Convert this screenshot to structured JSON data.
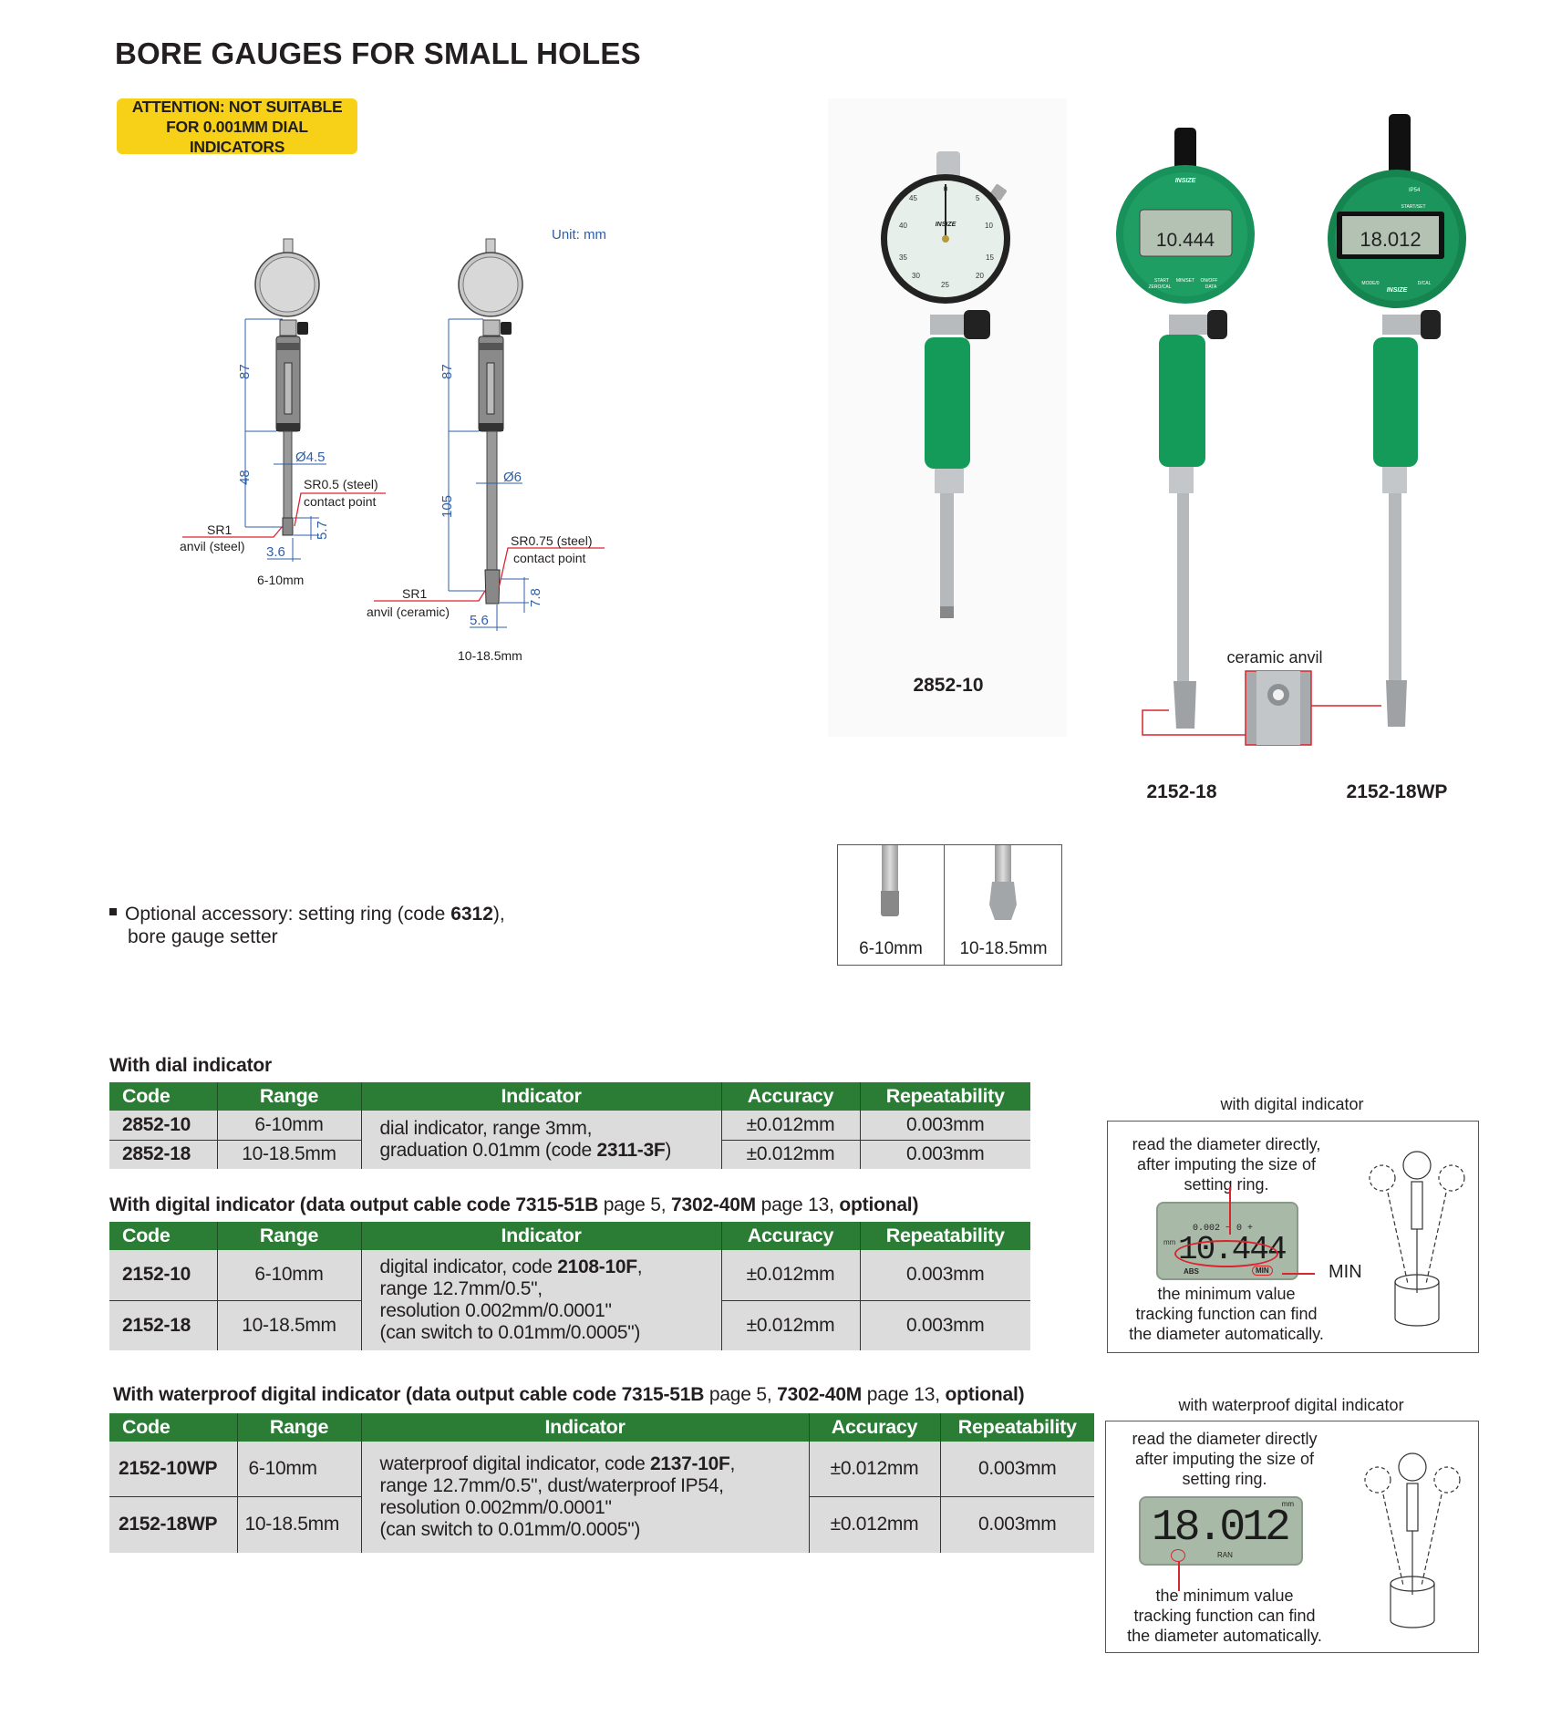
{
  "title": "BORE GAUGES FOR SMALL HOLES",
  "attention": [
    "ATTENTION: NOT SUITABLE",
    "FOR 0.001MM DIAL INDICATORS"
  ],
  "diagram": {
    "unit": "Unit: mm",
    "left": {
      "d87": "87",
      "d48": "48",
      "dia": "Ø4.5",
      "contact1": "SR0.5 (steel)",
      "contact2": "contact point",
      "anvil1": "SR1",
      "anvil2": "anvil (steel)",
      "h": "5.7",
      "w": "3.6",
      "caption": "6-10mm"
    },
    "right": {
      "d87": "87",
      "d105": "105",
      "dia": "Ø6",
      "contact1": "SR0.75 (steel)",
      "contact2": "contact point",
      "anvil1": "SR1",
      "anvil2": "anvil (ceramic)",
      "h": "7.8",
      "w": "5.6",
      "caption": "10-18.5mm"
    }
  },
  "photos": {
    "models": [
      "2852-10",
      "2152-18",
      "2152-18WP"
    ],
    "ceramic_anvil": "ceramic anvil",
    "brand": "INSIZE",
    "dial": {
      "numbers": [
        "0",
        "5",
        "10",
        "15",
        "20",
        "25",
        "30",
        "35",
        "40",
        "45"
      ]
    },
    "digital": {
      "buttons": [
        "ZERO/CAL",
        "DATA",
        "START",
        "MIN/SET",
        "ON/OFF"
      ],
      "reading": "10.444"
    },
    "waterproof": {
      "rating": "IP54",
      "buttons": [
        "START/SET",
        "MODE/0",
        "D/CAL"
      ],
      "reading": "18.012"
    }
  },
  "accessory": {
    "line1_a": "Optional accessory: setting ring (code ",
    "code": "6312",
    "line1_b": "),",
    "line2": "bore gauge setter",
    "tips": [
      "6-10mm",
      "10-18.5mm"
    ]
  },
  "tables": {
    "dial": {
      "heading": "With dial indicator",
      "columns": [
        "Code",
        "Range",
        "Indicator",
        "Accuracy",
        "Repeatability"
      ],
      "rows": [
        {
          "code": "2852-10",
          "range": "6-10mm",
          "accuracy": "±0.012mm",
          "repeatability": "0.003mm"
        },
        {
          "code": "2852-18",
          "range": "10-18.5mm",
          "accuracy": "±0.012mm",
          "repeatability": "0.003mm"
        }
      ],
      "indicator": {
        "l1": "dial indicator, range 3mm,",
        "l2a": "graduation 0.01mm (code ",
        "l2b": "2311-3F",
        "l2c": ")"
      }
    },
    "digital": {
      "heading": [
        "With digital indicator (data output cable code 7315-51B",
        " page 5, ",
        "7302-40M",
        " page 13, ",
        "optional)"
      ],
      "columns": [
        "Code",
        "Range",
        "Indicator",
        "Accuracy",
        "Repeatability"
      ],
      "rows": [
        {
          "code": "2152-10",
          "range": "6-10mm",
          "accuracy": "±0.012mm",
          "repeatability": "0.003mm"
        },
        {
          "code": "2152-18",
          "range": "10-18.5mm",
          "accuracy": "±0.012mm",
          "repeatability": "0.003mm"
        }
      ],
      "indicator": {
        "l1a": "digital indicator, code ",
        "l1b": "2108-10F",
        "l1c": ",",
        "l2": "range 12.7mm/0.5\",",
        "l3": "resolution 0.002mm/0.0001\"",
        "l4": "(can switch to 0.01mm/0.0005\")"
      }
    },
    "waterproof": {
      "heading": [
        "With waterproof digital indicator (data output cable code 7315-51B",
        " page 5, ",
        "7302-40M",
        " page 13, ",
        "optional)"
      ],
      "columns": [
        "Code",
        "Range",
        "Indicator",
        "Accuracy",
        "Repeatability"
      ],
      "rows": [
        {
          "code": "2152-10WP",
          "range": "6-10mm",
          "accuracy": "±0.012mm",
          "repeatability": "0.003mm"
        },
        {
          "code": "2152-18WP",
          "range": "10-18.5mm",
          "accuracy": "±0.012mm",
          "repeatability": "0.003mm"
        }
      ],
      "indicator": {
        "l1a": "waterproof digital indicator, code ",
        "l1b": "2137-10F",
        "l1c": ",",
        "l2": "range 12.7mm/0.5\", dust/waterproof IP54,",
        "l3": "resolution 0.002mm/0.0001\"",
        "l4": "(can switch to 0.01mm/0.0005\")"
      }
    }
  },
  "side_boxes": {
    "digital": {
      "caption": "with digital indicator",
      "top": [
        "read the diameter directly,",
        "after imputing the size of",
        "setting ring."
      ],
      "bottom": [
        "the minimum value",
        "tracking function can find",
        "the diameter automatically."
      ],
      "lcd": {
        "scale": "0.002 − 0 +",
        "reading": "10.444",
        "unit": "mm",
        "abs": "ABS",
        "min": "MIN"
      },
      "callout": "MIN"
    },
    "waterproof": {
      "caption": "with waterproof digital indicator",
      "top": [
        "read the diameter directly",
        "after imputing the size of",
        "setting ring."
      ],
      "bottom": [
        "the minimum value",
        "tracking function can find",
        "the diameter automatically."
      ],
      "lcd": {
        "reading": "18.012",
        "unit": "mm",
        "ran": "RAN"
      }
    }
  },
  "colors": {
    "green": "#2b7d36",
    "yellow": "#f7d117",
    "dim_blue": "#2f5fa8",
    "leader_red": "#d9252f",
    "row_gray": "#dcdcdc"
  }
}
